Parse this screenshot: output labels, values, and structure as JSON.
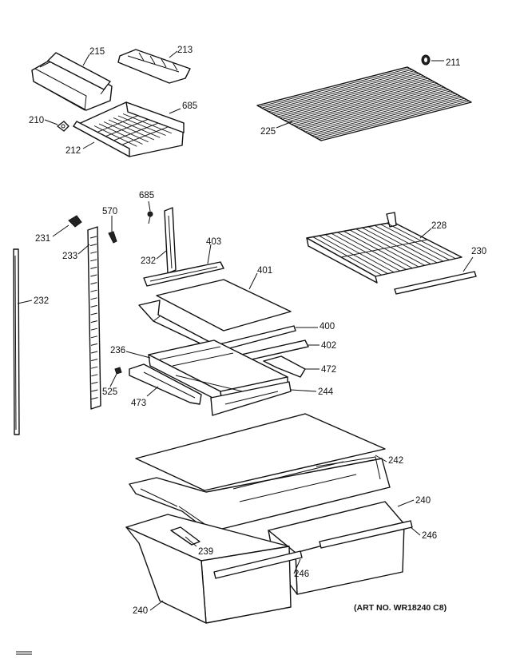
{
  "callouts": [
    {
      "key": "215",
      "text": "215"
    },
    {
      "key": "213",
      "text": "213"
    },
    {
      "key": "211",
      "text": "211"
    },
    {
      "key": "685a",
      "text": "685"
    },
    {
      "key": "210",
      "text": "210"
    },
    {
      "key": "212",
      "text": "212"
    },
    {
      "key": "225",
      "text": "225"
    },
    {
      "key": "685b",
      "text": "685"
    },
    {
      "key": "570",
      "text": "570"
    },
    {
      "key": "231",
      "text": "231"
    },
    {
      "key": "233",
      "text": "233"
    },
    {
      "key": "403",
      "text": "403"
    },
    {
      "key": "232a",
      "text": "232"
    },
    {
      "key": "228",
      "text": "228"
    },
    {
      "key": "230",
      "text": "230"
    },
    {
      "key": "401",
      "text": "401"
    },
    {
      "key": "232b",
      "text": "232"
    },
    {
      "key": "400",
      "text": "400"
    },
    {
      "key": "402",
      "text": "402"
    },
    {
      "key": "236",
      "text": "236"
    },
    {
      "key": "472",
      "text": "472"
    },
    {
      "key": "525",
      "text": "525"
    },
    {
      "key": "244",
      "text": "244"
    },
    {
      "key": "473",
      "text": "473"
    },
    {
      "key": "242",
      "text": "242"
    },
    {
      "key": "240a",
      "text": "240"
    },
    {
      "key": "246a",
      "text": "246"
    },
    {
      "key": "239",
      "text": "239"
    },
    {
      "key": "246b",
      "text": "246"
    },
    {
      "key": "240b",
      "text": "240"
    }
  ],
  "art_number": "(ART NO. WR18240 C8)"
}
